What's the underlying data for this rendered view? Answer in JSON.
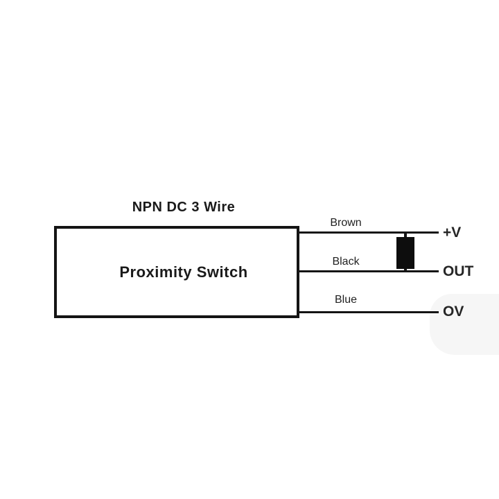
{
  "diagram": {
    "title": "NPN DC 3 Wire",
    "device_label": "Proximity Switch",
    "wires": [
      {
        "id": "brown",
        "color_label": "Brown",
        "terminal": "+V"
      },
      {
        "id": "black",
        "color_label": "Black",
        "terminal": "OUT"
      },
      {
        "id": "blue",
        "color_label": "Blue",
        "terminal": "OV"
      }
    ],
    "components": [
      {
        "id": "load",
        "type": "load-block",
        "between": [
          "+V",
          "OUT"
        ]
      }
    ],
    "colors": {
      "line": "#141414",
      "text": "#1a1a1a",
      "load_fill": "#0d0d0d",
      "background": "#ffffff",
      "watermark": "#f6f6f6"
    }
  }
}
